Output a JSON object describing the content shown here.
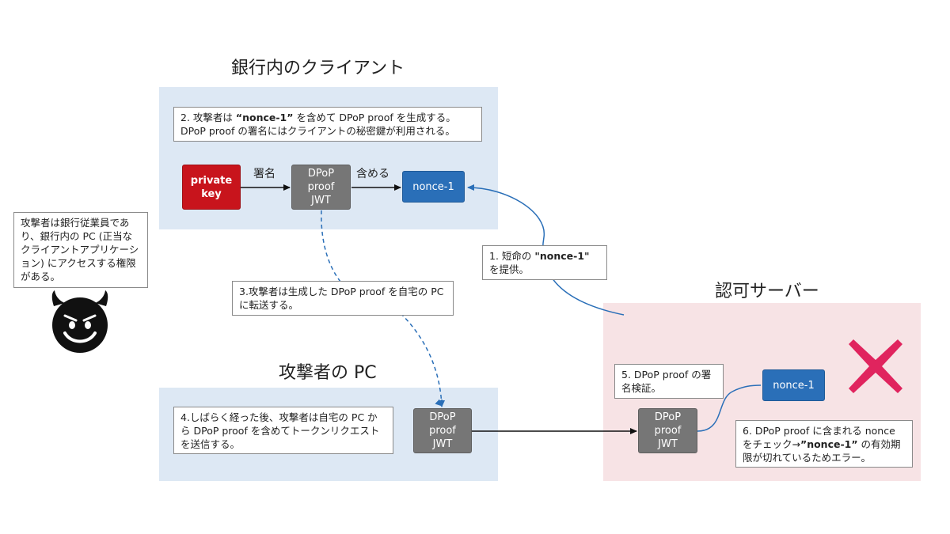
{
  "titles": {
    "bank_client": "銀行内のクライアント",
    "attacker_pc": "攻撃者の PC",
    "auth_server": "認可サーバー"
  },
  "notes": {
    "step2": {
      "line1_pre": "2. 攻撃者は ",
      "line1_bold": "“nonce-1”",
      "line1_post": " を含めて DPoP proof を生成する。",
      "line2": "DPoP proof の署名にはクライアントの秘密鍵が利用される。"
    },
    "attacker_info": "攻撃者は銀行従業員であり、銀行内の PC (正当なクライアントアプリケーション) にアクセスする権限がある。",
    "step1": {
      "pre": "1. 短命の ",
      "bold": "\"nonce-1\"",
      "post": "を提供。"
    },
    "step3": "3.攻撃者は生成した DPoP proof を自宅の PC に転送する。",
    "step4": "4.しばらく経った後、攻撃者は自宅の PC から DPoP proof を含めてトークンリクエストを送信する。",
    "step5": "5. DPoP proof の署名検証。",
    "step6": {
      "pre": "6. DPoP proof に含まれる nonce をチェック→",
      "bold": "”nonce-1”",
      "post": " の有効期限が切れているためエラー。"
    }
  },
  "boxes": {
    "private_key": "private\nkey",
    "dpop_client": "DPoP\nproof\nJWT",
    "nonce_client": "nonce-1",
    "dpop_attacker": "DPoP\nproof\nJWT",
    "dpop_server": "DPoP\nproof\nJWT",
    "nonce_server": "nonce-1"
  },
  "edge_labels": {
    "sign": "署名",
    "include": "含める"
  },
  "icons": {
    "attacker": "devil-face-icon",
    "error": "red-x-icon"
  },
  "colors": {
    "blue_region": "#dde8f4",
    "pink_region": "#f7e3e5",
    "private_key": "#c8141c",
    "dpop": "#767676",
    "nonce": "#2a6fb8",
    "error_x": "#e0245e"
  }
}
